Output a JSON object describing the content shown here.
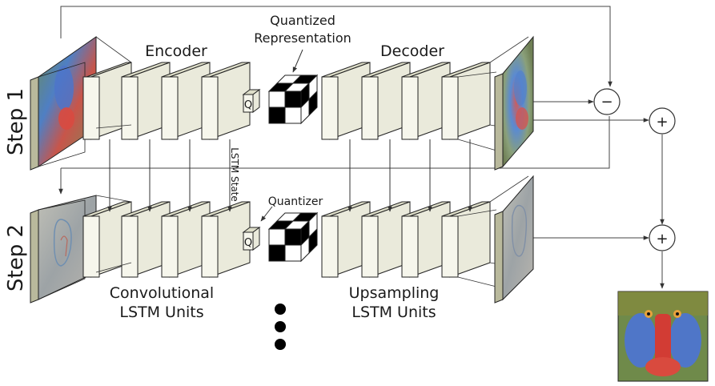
{
  "labels": {
    "encoder": "Encoder",
    "decoder": "Decoder",
    "quantized_line1": "Quantized",
    "quantized_line2": "Representation",
    "lstm_state": "LSTM State",
    "quantizer": "Quantizer",
    "conv_line1": "Convolutional",
    "conv_line2": "LSTM Units",
    "upsampling_line1": "Upsampling",
    "upsampling_line2": "LSTM Units",
    "step1": "Step 1",
    "step2": "Step 2",
    "q_step1": "Q",
    "q_step2": "Q",
    "minus_symbol": "−",
    "plus_symbol": "+"
  },
  "colors": {
    "block_front": "#f6f6ec",
    "block_top": "#dedec9",
    "block_side": "#eaeadb",
    "stroke": "#222222",
    "checker_dark": "#000000",
    "checker_light": "#ffffff"
  }
}
